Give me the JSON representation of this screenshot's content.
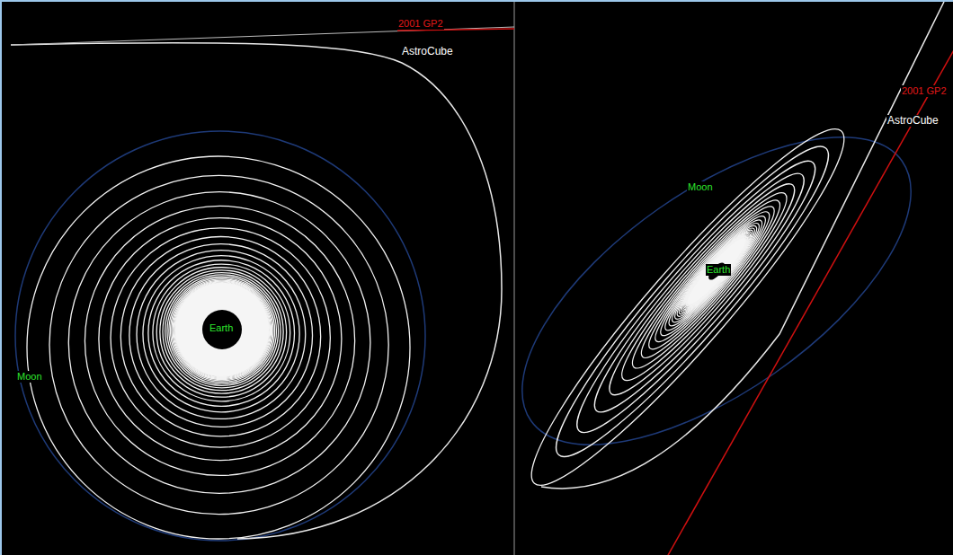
{
  "diagram": {
    "labels": [
      "2001 GP2",
      "AstroCube",
      "Moon",
      "Earth",
      "2001 GP2",
      "AstroCube",
      "Moon",
      "Earth"
    ]
  }
}
